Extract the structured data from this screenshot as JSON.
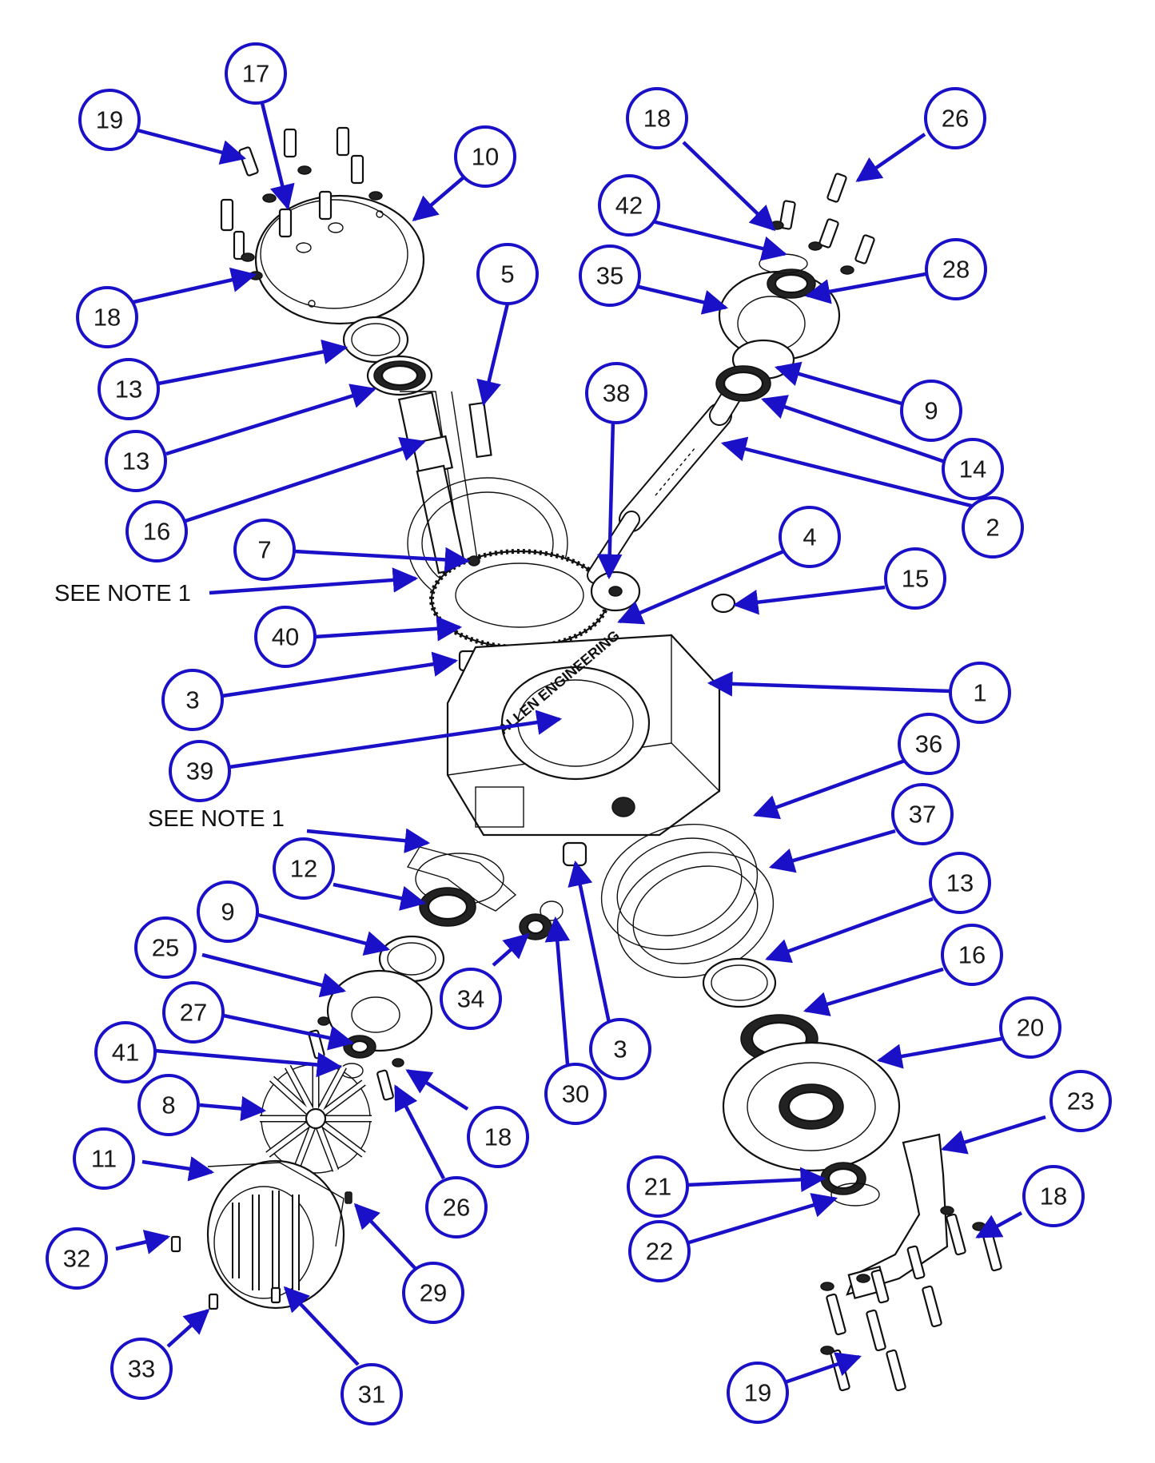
{
  "diagram": {
    "callouts": [
      {
        "id": "c19a",
        "label": "19"
      },
      {
        "id": "c17",
        "label": "17"
      },
      {
        "id": "c10",
        "label": "10"
      },
      {
        "id": "c18a",
        "label": "18"
      },
      {
        "id": "c13a",
        "label": "13"
      },
      {
        "id": "c13b",
        "label": "13"
      },
      {
        "id": "c5",
        "label": "5"
      },
      {
        "id": "c16a",
        "label": "16"
      },
      {
        "id": "c7",
        "label": "7"
      },
      {
        "id": "c40",
        "label": "40"
      },
      {
        "id": "c3a",
        "label": "3"
      },
      {
        "id": "c39",
        "label": "39"
      },
      {
        "id": "c38",
        "label": "38"
      },
      {
        "id": "c18b",
        "label": "18"
      },
      {
        "id": "c26a",
        "label": "26"
      },
      {
        "id": "c42",
        "label": "42"
      },
      {
        "id": "c35",
        "label": "35"
      },
      {
        "id": "c28",
        "label": "28"
      },
      {
        "id": "c9a",
        "label": "9"
      },
      {
        "id": "c14",
        "label": "14"
      },
      {
        "id": "c2",
        "label": "2"
      },
      {
        "id": "c4",
        "label": "4"
      },
      {
        "id": "c15",
        "label": "15"
      },
      {
        "id": "c1",
        "label": "1"
      },
      {
        "id": "c36",
        "label": "36"
      },
      {
        "id": "c37",
        "label": "37"
      },
      {
        "id": "c13c",
        "label": "13"
      },
      {
        "id": "c16b",
        "label": "16"
      },
      {
        "id": "c20",
        "label": "20"
      },
      {
        "id": "c23",
        "label": "23"
      },
      {
        "id": "c18c",
        "label": "18"
      },
      {
        "id": "c21",
        "label": "21"
      },
      {
        "id": "c22",
        "label": "22"
      },
      {
        "id": "c19b",
        "label": "19"
      },
      {
        "id": "c12",
        "label": "12"
      },
      {
        "id": "c9b",
        "label": "9"
      },
      {
        "id": "c25",
        "label": "25"
      },
      {
        "id": "c27",
        "label": "27"
      },
      {
        "id": "c41",
        "label": "41"
      },
      {
        "id": "c8",
        "label": "8"
      },
      {
        "id": "c11",
        "label": "11"
      },
      {
        "id": "c32",
        "label": "32"
      },
      {
        "id": "c33",
        "label": "33"
      },
      {
        "id": "c31",
        "label": "31"
      },
      {
        "id": "c29",
        "label": "29"
      },
      {
        "id": "c26b",
        "label": "26"
      },
      {
        "id": "c18d",
        "label": "18"
      },
      {
        "id": "c34",
        "label": "34"
      },
      {
        "id": "c30",
        "label": "30"
      },
      {
        "id": "c3b",
        "label": "3"
      }
    ],
    "notes": [
      {
        "id": "n1",
        "text": "SEE NOTE 1"
      },
      {
        "id": "n2",
        "text": "SEE NOTE 1"
      }
    ],
    "housing_lettering": "ALLEN ENGINEERING",
    "colors": {
      "callout_blue": "#1a10c8",
      "line_black": "#111111",
      "background": "#ffffff"
    }
  }
}
